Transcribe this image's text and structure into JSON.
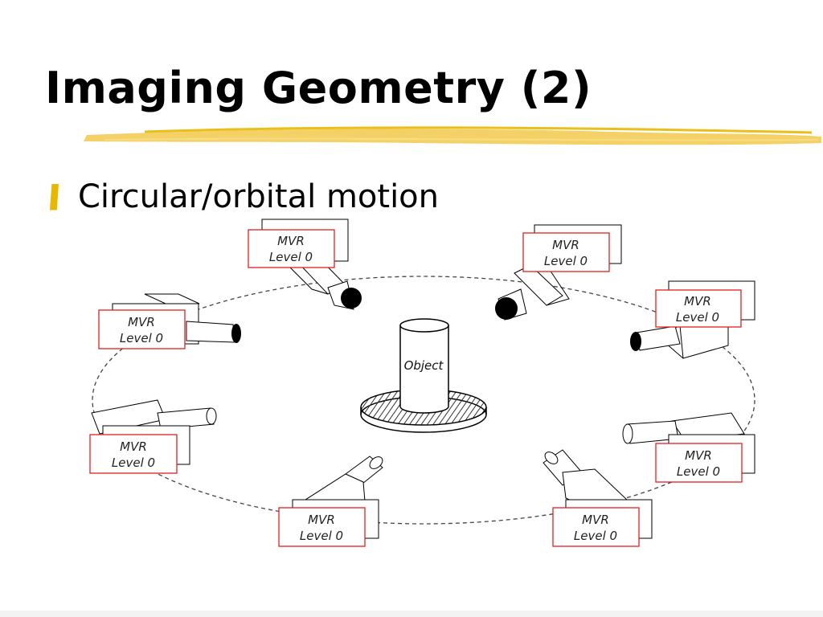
{
  "slide": {
    "title": "Imaging Geometry (2)",
    "bullet": "Circular/orbital motion",
    "accent_color": "#e8b800",
    "bullet_icon": "yellow-bar-bullet"
  },
  "diagram": {
    "object_label": "Object",
    "camera_label": [
      "MVR",
      "Level 0"
    ],
    "camera_count": 8,
    "label_border_color": "#e02020",
    "path_style": "dashed-ellipse"
  }
}
